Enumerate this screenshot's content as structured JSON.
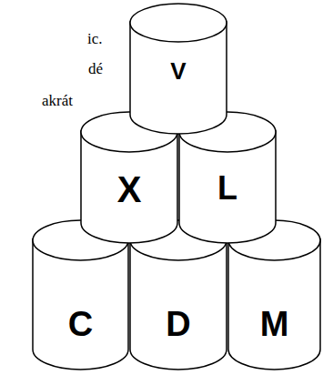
{
  "diagram": {
    "nodes": [
      {
        "text": [
          "V"
        ]
      },
      {
        "text": [
          "X"
        ]
      },
      {
        "text": [
          "L"
        ]
      },
      {
        "text": [
          "C"
        ]
      },
      {
        "text": [
          "D"
        ]
      },
      {
        "text": [
          "M"
        ]
      }
    ],
    "labels": [
      "ic.",
      "dé",
      "akrát"
    ]
  }
}
